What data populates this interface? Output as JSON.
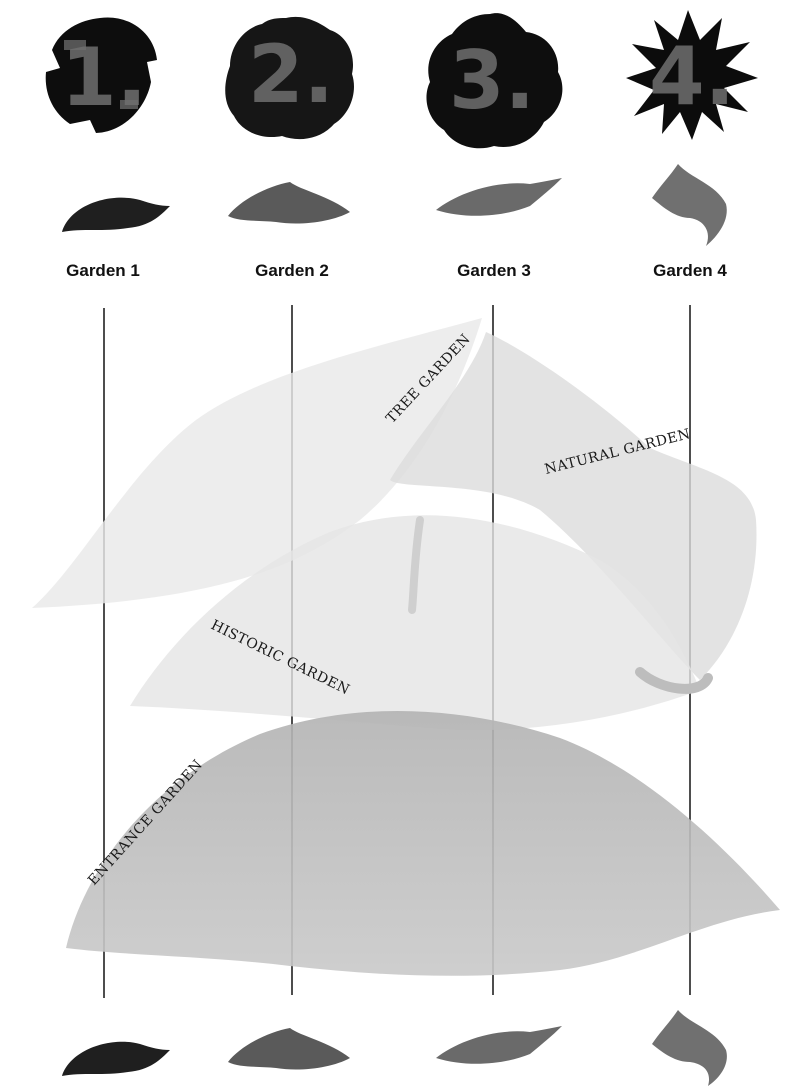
{
  "markers": [
    "1.",
    "2.",
    "3.",
    "4."
  ],
  "gardens": [
    "Garden 1",
    "Garden 2",
    "Garden 3",
    "Garden 4"
  ],
  "zones": {
    "tree": "TREE GARDEN",
    "natural": "NATURAL GARDEN",
    "historic": "HISTORIC GARDEN",
    "entrance": "ENTRANCE GARDEN"
  }
}
